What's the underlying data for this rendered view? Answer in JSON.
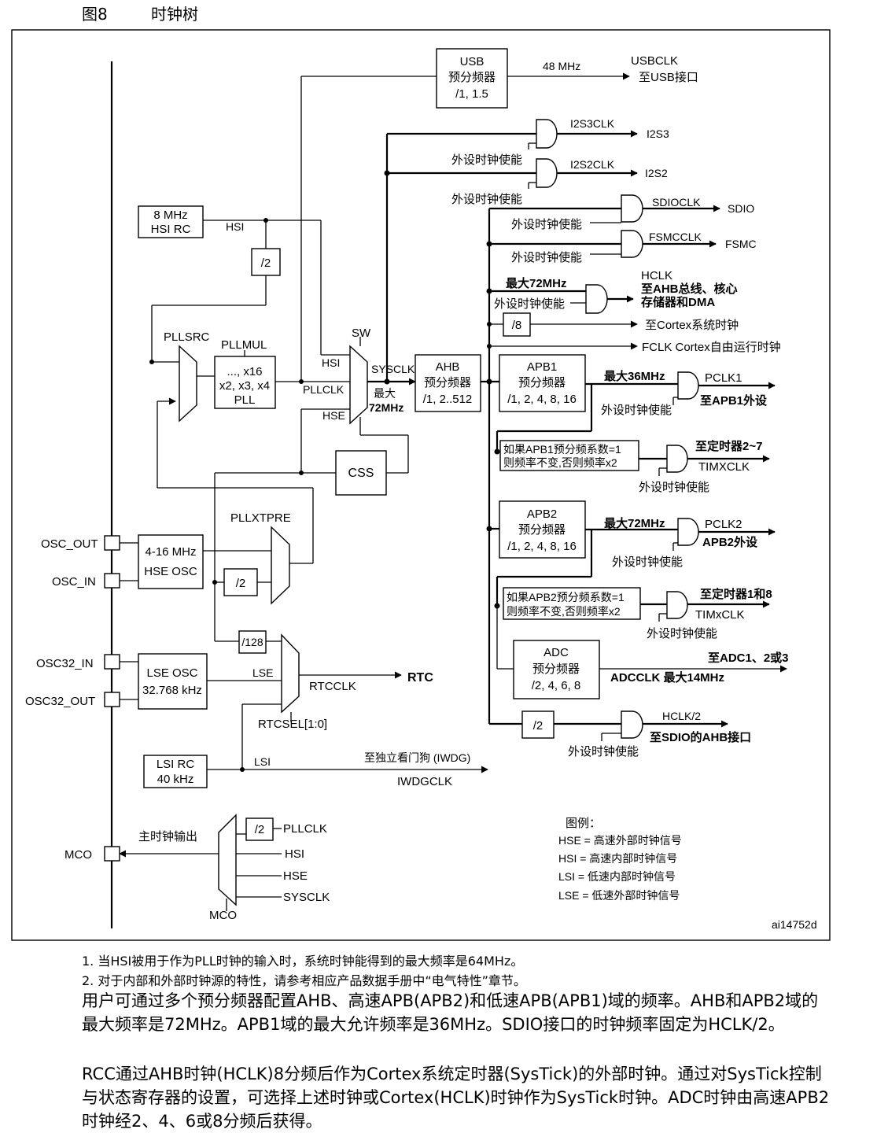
{
  "figure": {
    "number": "图8",
    "title": "时钟树",
    "ref_code": "ai14752d"
  },
  "diagram": {
    "hsi_rc": {
      "line1": "8 MHz",
      "line2": "HSI RC"
    },
    "hse_osc": {
      "line1": "4-16 MHz",
      "line2": "HSE OSC"
    },
    "lse_osc": {
      "line1": "LSE OSC",
      "line2": "32.768 kHz"
    },
    "lsi_rc": {
      "line1": "LSI RC",
      "line2": "40 kHz"
    },
    "pll": {
      "line1": "..., x16",
      "line2": "x2, x3, x4",
      "line3": "PLL",
      "mul_label": "PLLMUL"
    },
    "usb_prescaler": {
      "line1": "USB",
      "line2": "预分频器",
      "line3": "/1, 1.5"
    },
    "ahb_prescaler": {
      "line1": "AHB",
      "line2": "预分频器",
      "line3": "/1, 2..512"
    },
    "apb1_prescaler": {
      "line1": "APB1",
      "line2": "预分频器",
      "line3": "/1, 2, 4, 8, 16"
    },
    "apb2_prescaler": {
      "line1": "APB2",
      "line2": "预分频器",
      "line3": "/1, 2, 4, 8, 16"
    },
    "adc_prescaler": {
      "line1": "ADC",
      "line2": "预分频器",
      "line3": "/2, 4, 6, 8"
    },
    "css": "CSS",
    "dividers": {
      "div2": "/2",
      "div8": "/8",
      "div128": "/128"
    },
    "pins": {
      "osc_out": "OSC_OUT",
      "osc_in": "OSC_IN",
      "osc32_in": "OSC32_IN",
      "osc32_out": "OSC32_OUT",
      "mco": "MCO"
    },
    "mux_labels": {
      "pllsrc": "PLLSRC",
      "sw": "SW",
      "pllxtpre": "PLLXTPRE",
      "rtcsel": "RTCSEL[1:0]",
      "mco_mux": "MCO"
    },
    "signals": {
      "hsi": "HSI",
      "hse": "HSE",
      "lse": "LSE",
      "lsi": "LSI",
      "pllclk": "PLLCLK",
      "sysclk": "SYSCLK",
      "max72": "最大",
      "max72_val": "72MHz",
      "usb_48": "48 MHz",
      "usbclk": "USBCLK",
      "usb_dest": "至USB接口",
      "i2s3clk": "I2S3CLK",
      "i2s3": "I2S3",
      "i2s2clk": "I2S2CLK",
      "i2s2": "I2S2",
      "sdioclk": "SDIOCLK",
      "sdio": "SDIO",
      "fsmcclk": "FSMCCLK",
      "fsmc": "FSMC",
      "ahb_max": "最大72MHz",
      "hclk": "HCLK",
      "hclk_dest1": "至AHB总线、核心",
      "hclk_dest2": "存储器和DMA",
      "cortex_sys": "至Cortex系统时钟",
      "fclk": "FCLK Cortex自由运行时钟",
      "apb1_max": "最大36MHz",
      "pclk1": "PCLK1",
      "pclk1_dest": "至APB1外设",
      "tim1_note1": "如果APB1预分频系数=1",
      "tim1_note2": "则频率不变,否则频率x2",
      "timer27": "至定时器2~7",
      "timxclk": "TIMXCLK",
      "apb2_max": "最大72MHz",
      "pclk2": "PCLK2",
      "pclk2_dest": "APB2外设",
      "tim2_note1": "如果APB2预分频系数=1",
      "tim2_note2": "则频率不变,否则频率x2",
      "timer18": "至定时器1和8",
      "timxclk2": "TIMxCLK",
      "adc_dest": "至ADC1、2或3",
      "adcclk": "ADCCLK  最大14MHz",
      "hclk2": "HCLK/2",
      "hclk2_dest": "至SDIO的AHB接口",
      "rtcclk": "RTCCLK",
      "rtc": "RTC",
      "iwdg_dest": "至独立看门狗   (IWDG)",
      "iwdgclk": "IWDGCLK",
      "mco_out": "主时钟输出",
      "enable": "外设时钟使能"
    },
    "legend": {
      "title": "图例：",
      "items": [
        "HSE = 高速外部时钟信号",
        "HSI = 高速内部时钟信号",
        "LSI = 低速内部时钟信号",
        "LSE = 低速外部时钟信号"
      ]
    }
  },
  "footnotes": [
    "1. 当HSI被用于作为PLL时钟的输入时，系统时钟能得到的最大频率是64MHz。",
    "2. 对于内部和外部时钟源的特性，请参考相应产品数据手册中“电气特性”章节。"
  ],
  "paragraphs": [
    "用户可通过多个预分频器配置AHB、高速APB(APB2)和低速APB(APB1)域的频率。AHB和APB2域的最大频率是72MHz。APB1域的最大允许频率是36MHz。SDIO接口的时钟频率固定为HCLK/2。",
    "RCC通过AHB时钟(HCLK)8分频后作为Cortex系统定时器(SysTick)的外部时钟。通过对SysTick控制与状态寄存器的设置，可选择上述时钟或Cortex(HCLK)时钟作为SysTick时钟。ADC时钟由高速APB2时钟经2、4、6或8分频后获得。"
  ]
}
